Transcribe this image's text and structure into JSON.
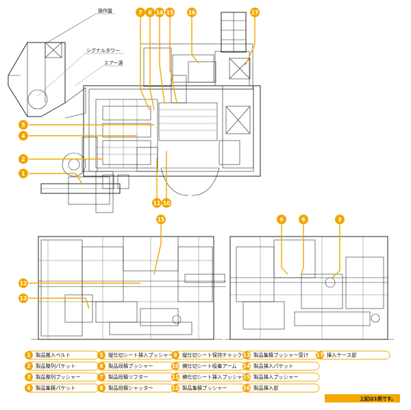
{
  "diagram_labels": {
    "operation_panel": "操作盤",
    "signal_tower": "シグナルタワー",
    "air_source": "エアー源"
  },
  "callouts": {
    "c1": "1",
    "c2": "2",
    "c3": "3",
    "c4": "4",
    "c5": "5",
    "c6": "6",
    "c7": "7",
    "c8": "8",
    "c9": "9",
    "c10": "10",
    "c11": "11",
    "c12": "12",
    "c13": "13",
    "c14": "14",
    "c15": "15",
    "c16": "16",
    "c17": "17"
  },
  "legend": [
    {
      "num": "1",
      "label": "製品搬入ベルト"
    },
    {
      "num": "2",
      "label": "製品整列パケット"
    },
    {
      "num": "3",
      "label": "製品整列プッシャー"
    },
    {
      "num": "4",
      "label": "製品集積パケット"
    },
    {
      "num": "5",
      "label": "縦仕切シート挿入プッシャー"
    },
    {
      "num": "6",
      "label": "製品段積プッシャー"
    },
    {
      "num": "7",
      "label": "製品段積リフター"
    },
    {
      "num": "8",
      "label": "製品段積シャッター"
    },
    {
      "num": "9",
      "label": "縦仕切シート保持チャック"
    },
    {
      "num": "10",
      "label": "横仕切シート吸着アーム"
    },
    {
      "num": "11",
      "label": "横仕切シート挿入プッシャー"
    },
    {
      "num": "12",
      "label": "製品集積プッシャー"
    },
    {
      "num": "13",
      "label": "製品集積プッシャー受け"
    },
    {
      "num": "14",
      "label": "製品挿入パケット"
    },
    {
      "num": "15",
      "label": "製品挿入プッシャー"
    },
    {
      "num": "16",
      "label": "製品挿入部"
    },
    {
      "num": "17",
      "label": "挿入ケース部"
    }
  ],
  "note": "上記は1例です。",
  "colors": {
    "accent": "#f2a500",
    "line": "#222222",
    "note_bg": "#f5a800"
  }
}
